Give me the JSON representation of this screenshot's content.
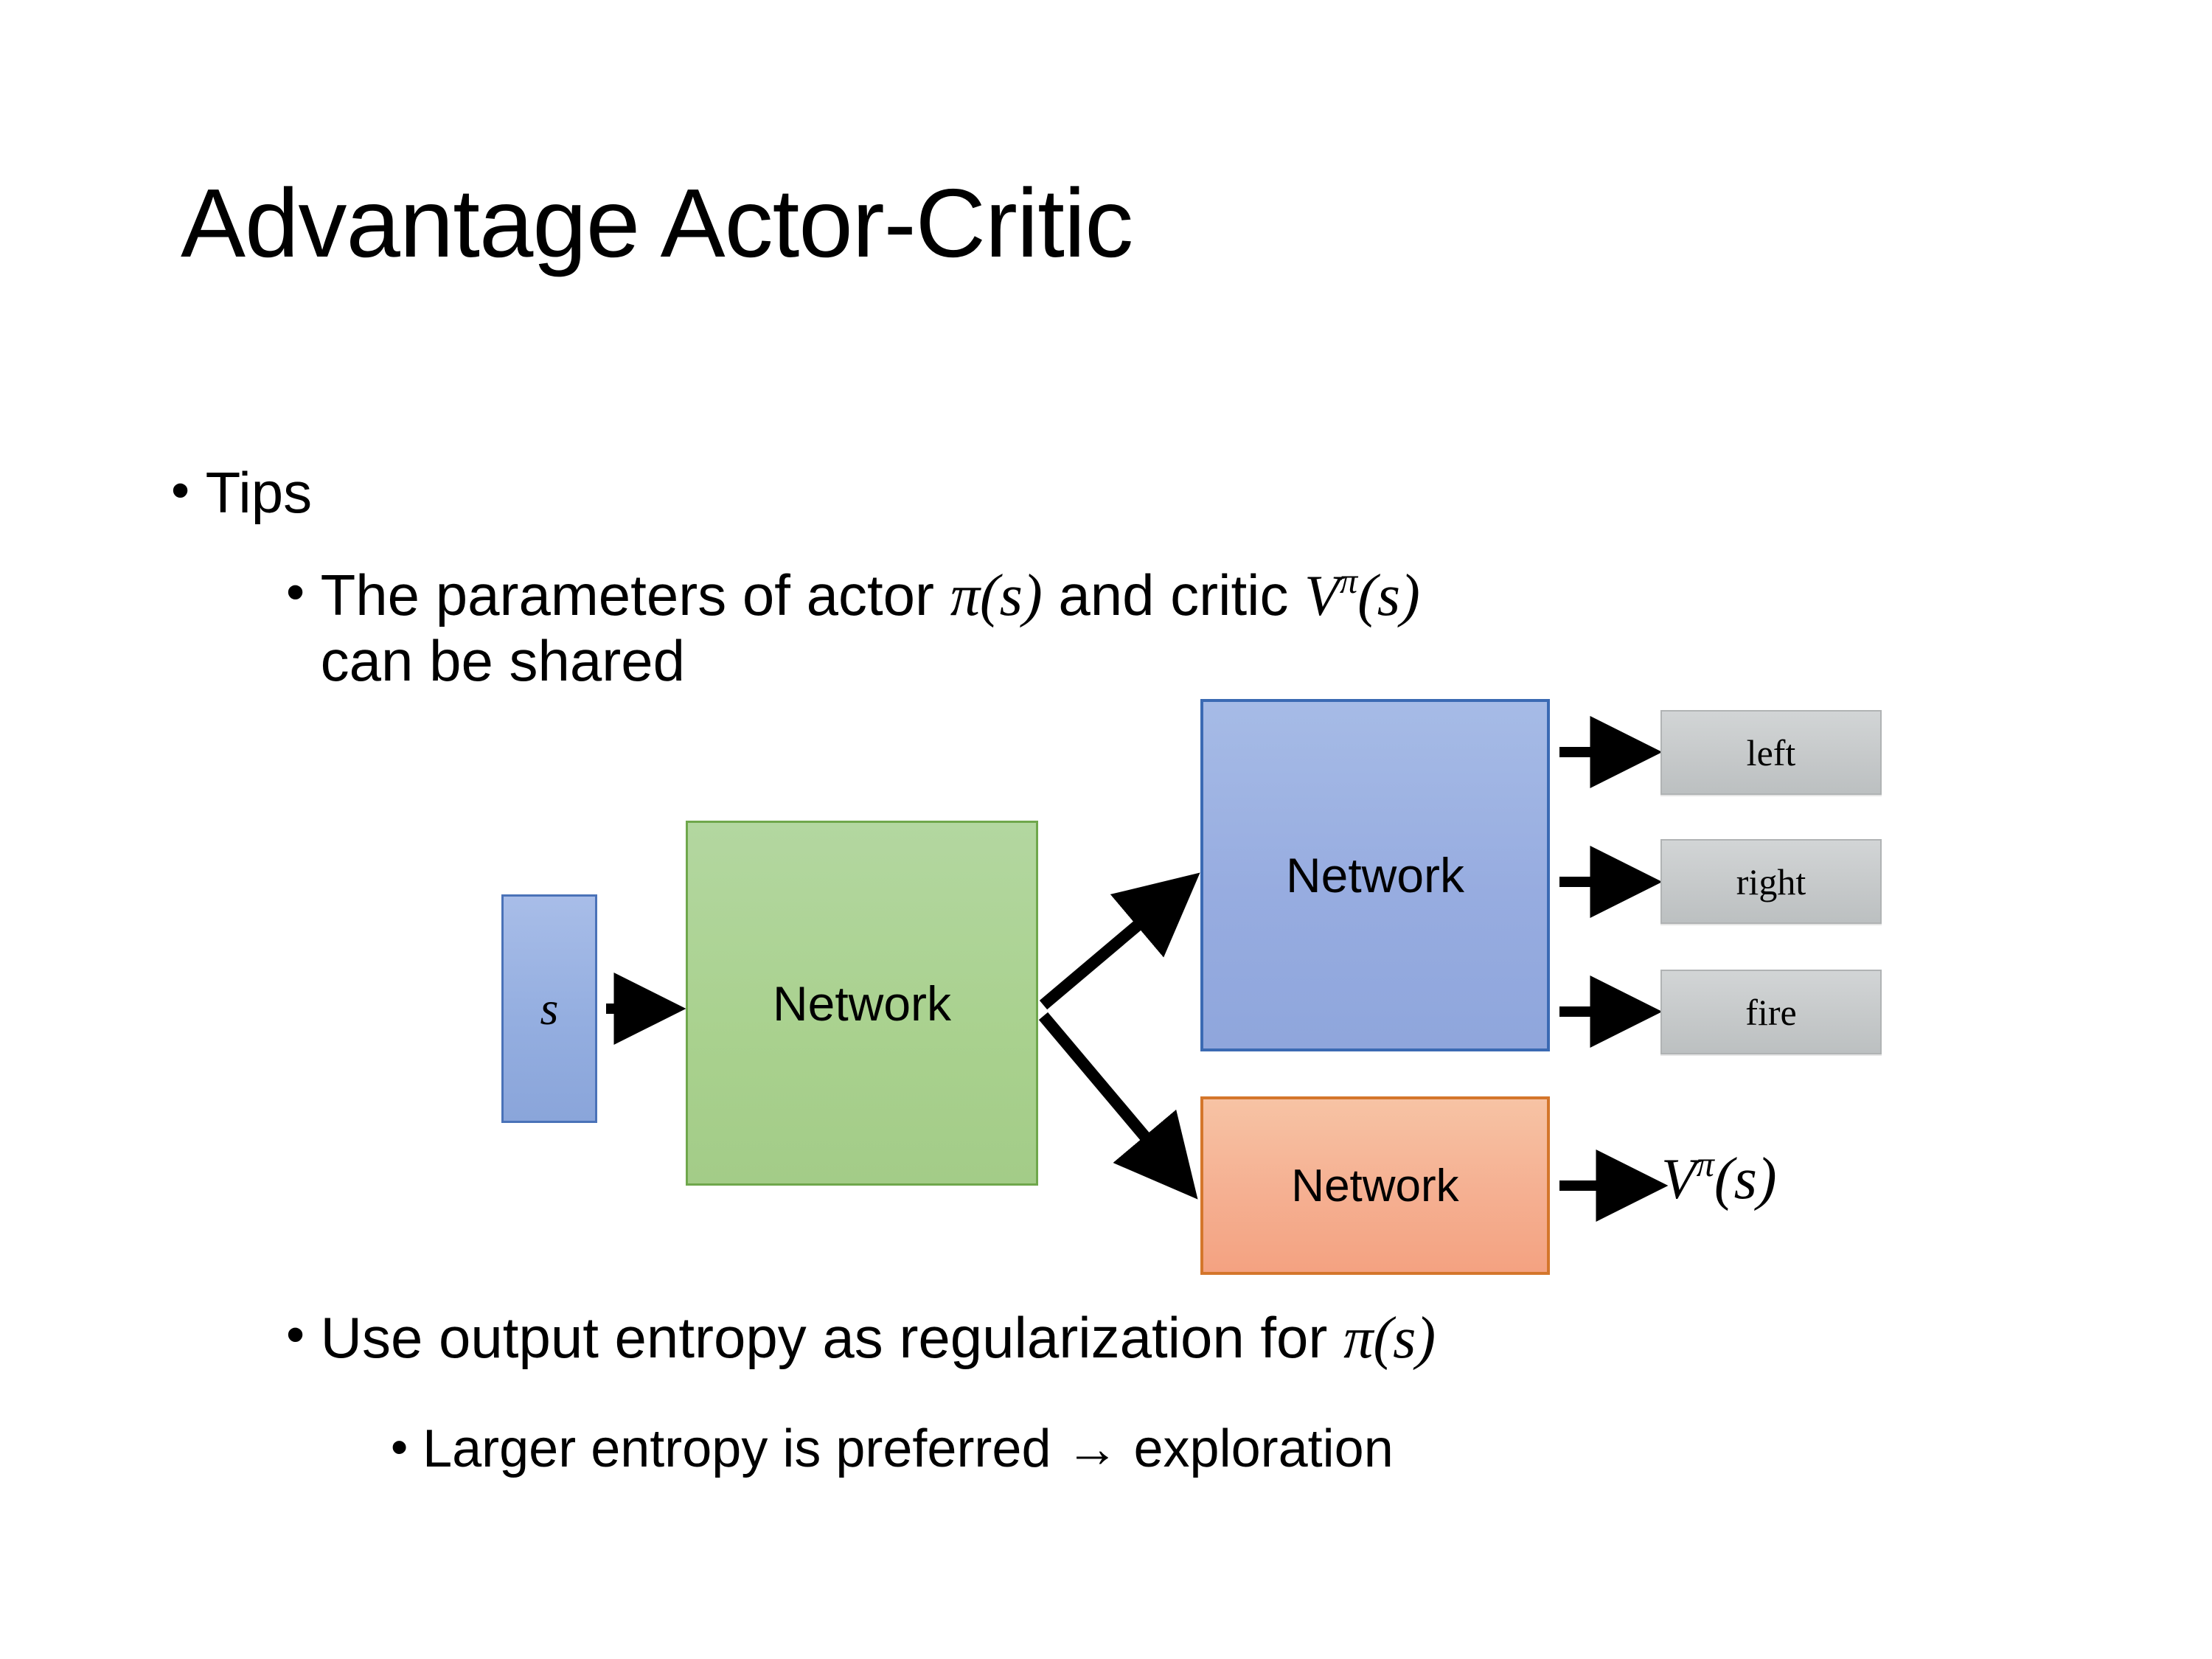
{
  "slide": {
    "title": "Advantage Actor-Critic",
    "bullets": {
      "tips": "Tips",
      "shared_pre": "The parameters of actor ",
      "shared_pi": "π(s)",
      "shared_mid": "  and critic ",
      "shared_v": "V",
      "shared_v_sup": "π",
      "shared_v_arg": "(s)",
      "shared_line2": "can be shared",
      "entropy_pre": "Use output entropy as regularization for ",
      "entropy_pi": "π(s)",
      "larger": "Larger entropy is preferred → exploration"
    }
  },
  "diagram": {
    "input_box": {
      "label": "s",
      "color": "#94aee0",
      "border": "#4a72b8"
    },
    "shared_network": {
      "label": "Network",
      "color": "#a9d18e",
      "border": "#6fa74c"
    },
    "actor_network": {
      "label": "Network",
      "color": "#97ace0",
      "border": "#3b6ab3"
    },
    "critic_network": {
      "label": "Network",
      "color": "#f5b193",
      "border": "#d4762b"
    },
    "actions": [
      {
        "label": "left",
        "color": "#c6c9ca"
      },
      {
        "label": "right",
        "color": "#c6c9ca"
      },
      {
        "label": "fire",
        "color": "#c6c9ca"
      }
    ],
    "critic_output": {
      "base": "V",
      "sup": "π",
      "arg": "(s)"
    },
    "arrows": [
      {
        "name": "s-to-shared",
        "from": "input_box",
        "to": "shared_network"
      },
      {
        "name": "shared-to-actor",
        "from": "shared_network",
        "to": "actor_network"
      },
      {
        "name": "shared-to-critic",
        "from": "shared_network",
        "to": "critic_network"
      },
      {
        "name": "actor-to-left",
        "from": "actor_network",
        "to": "left"
      },
      {
        "name": "actor-to-right",
        "from": "actor_network",
        "to": "right"
      },
      {
        "name": "actor-to-fire",
        "from": "actor_network",
        "to": "fire"
      },
      {
        "name": "critic-to-value",
        "from": "critic_network",
        "to": "critic_output"
      }
    ]
  }
}
